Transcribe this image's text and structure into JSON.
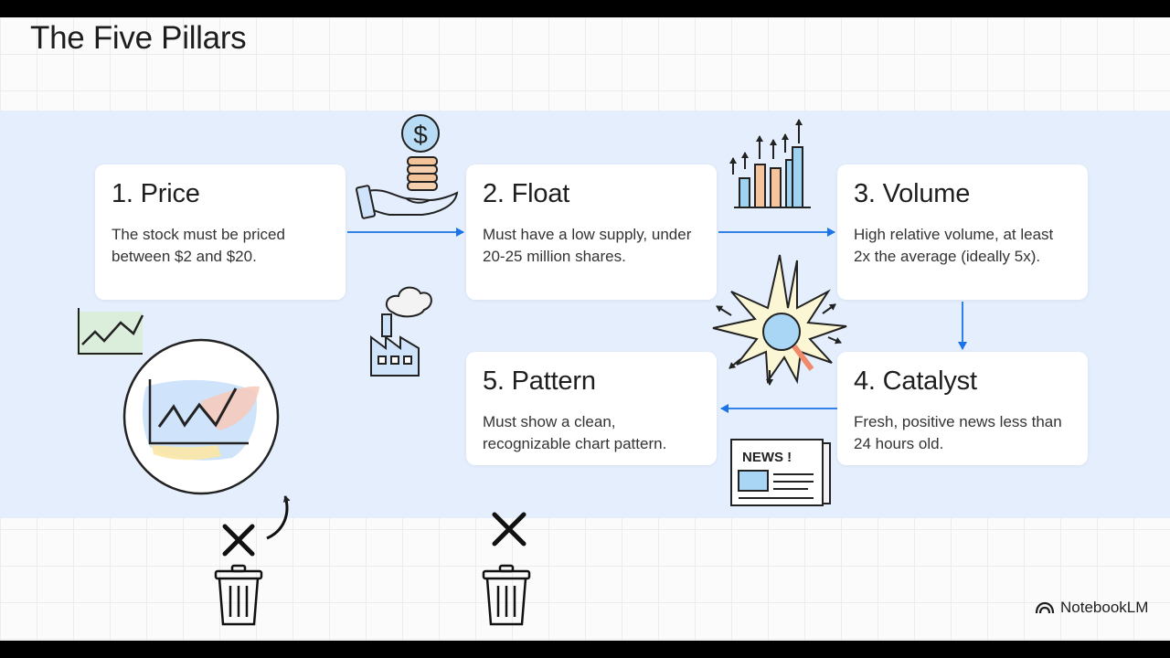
{
  "slide": {
    "title": "The Five Pillars",
    "pillars": [
      {
        "title": "1. Price",
        "description": "The stock must be priced between $2 and $20."
      },
      {
        "title": "2. Float",
        "description": "Must have a low supply, under 20-25 million shares."
      },
      {
        "title": "3. Volume",
        "description": "High relative volume, at least 2x the average (ideally 5x)."
      },
      {
        "title": "4. Catalyst",
        "description": "Fresh, positive news less than 24 hours old."
      },
      {
        "title": "5. Pattern",
        "description": "Must show a clean, recognizable chart pattern."
      }
    ],
    "illustrations": {
      "dollar_symbol": "$",
      "news_label": "NEWS !"
    },
    "icons": [
      "hand-coins-icon",
      "factory-icon",
      "bar-chart-arrows-icon",
      "magnifier-burst-icon",
      "newspaper-icon",
      "chart-sketch-icon",
      "chart-circle-icon",
      "x-mark-icon",
      "trash-icon",
      "curved-arrow-icon",
      "notebooklm-logo-icon"
    ],
    "accent_color": "#1a73e8"
  },
  "brand": {
    "name": "NotebookLM"
  }
}
